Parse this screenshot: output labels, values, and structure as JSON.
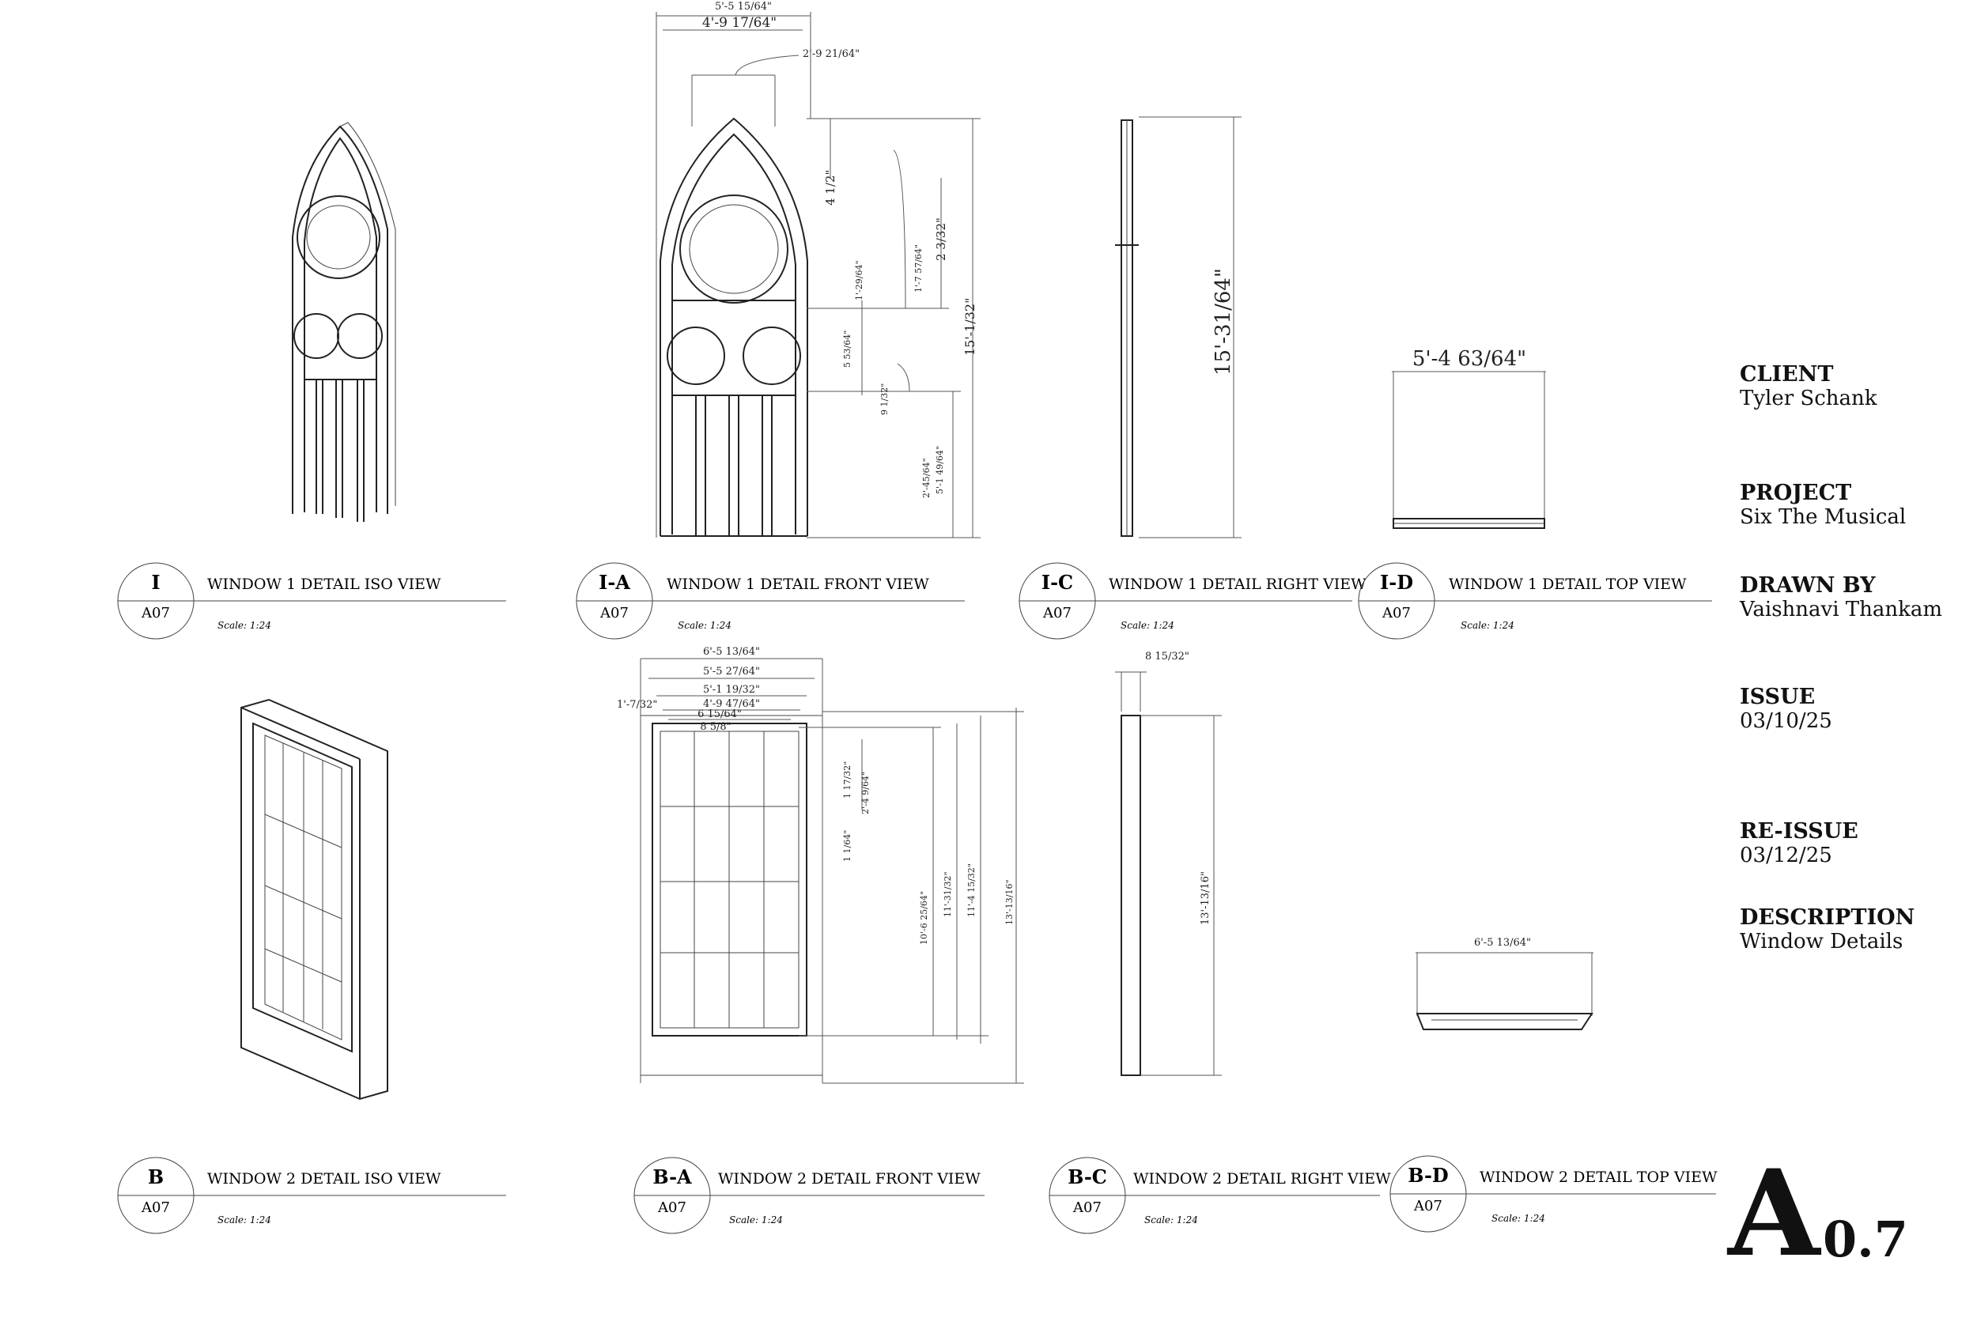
{
  "views": [
    {
      "id": "I",
      "sheet": "A07",
      "title": "WINDOW 1 DETAIL ISO VIEW",
      "scale": "Scale: 1:24"
    },
    {
      "id": "I-A",
      "sheet": "A07",
      "title": "WINDOW 1 DETAIL FRONT VIEW",
      "scale": "Scale: 1:24"
    },
    {
      "id": "I-C",
      "sheet": "A07",
      "title": "WINDOW 1 DETAIL RIGHT VIEW",
      "scale": "Scale: 1:24"
    },
    {
      "id": "I-D",
      "sheet": "A07",
      "title": "WINDOW 1 DETAIL TOP VIEW",
      "scale": "Scale: 1:24"
    },
    {
      "id": "B",
      "sheet": "A07",
      "title": "WINDOW 2 DETAIL ISO VIEW",
      "scale": "Scale: 1:24"
    },
    {
      "id": "B-A",
      "sheet": "A07",
      "title": "WINDOW 2 DETAIL FRONT VIEW",
      "scale": "Scale: 1:24"
    },
    {
      "id": "B-C",
      "sheet": "A07",
      "title": "WINDOW 2 DETAIL RIGHT VIEW",
      "scale": "Scale: 1:24"
    },
    {
      "id": "B-D",
      "sheet": "A07",
      "title": "WINDOW 2 DETAIL TOP VIEW",
      "scale": "Scale: 1:24"
    }
  ],
  "dims": {
    "w1_front": [
      "5'-5 15/64\"",
      "4'-9 17/64\"",
      "2'-9 21/64\"",
      "4 1/2\"",
      "2 3/32\"",
      "1'-7 57/64\"",
      "1'-29/64\"",
      "5 53/64\"",
      "9 1/32\"",
      "2'-45/64\"",
      "5'-1 49/64\"",
      "15'-1/32\""
    ],
    "w1_right": "15'-31/64\"",
    "w1_top": "5'-4 63/64\"",
    "w2_front": [
      "6'-5 13/64\"",
      "5'-5 27/64\"",
      "5'-1 19/32\"",
      "4'-9 47/64\"",
      "6 15/64\"",
      "8 5/8\"",
      "1'-7/32\"",
      "1 17/32\"",
      "2'-4 9/64\"",
      "1 1/64\"",
      "10'-6 25/64\"",
      "11'-31/32\"",
      "11'-4 15/32\"",
      "13'-13/16\""
    ],
    "w2_right_top": "8 15/32\"",
    "w2_right": "13'-13/16\"",
    "w2_top": "6'-5 13/64\""
  },
  "titleblock": {
    "client_label": "CLIENT",
    "client": "Tyler Schank",
    "project_label": "PROJECT",
    "project": "Six The Musical",
    "drawn_label": "DRAWN BY",
    "drawn": "Vaishnavi Thankam",
    "issue_label": "ISSUE",
    "issue": "03/10/25",
    "reissue_label": "RE-ISSUE",
    "reissue": "03/12/25",
    "desc_label": "DESCRIPTION",
    "desc": "Window Details"
  },
  "sheet_number": {
    "letter": "A",
    "number": "0.7"
  }
}
